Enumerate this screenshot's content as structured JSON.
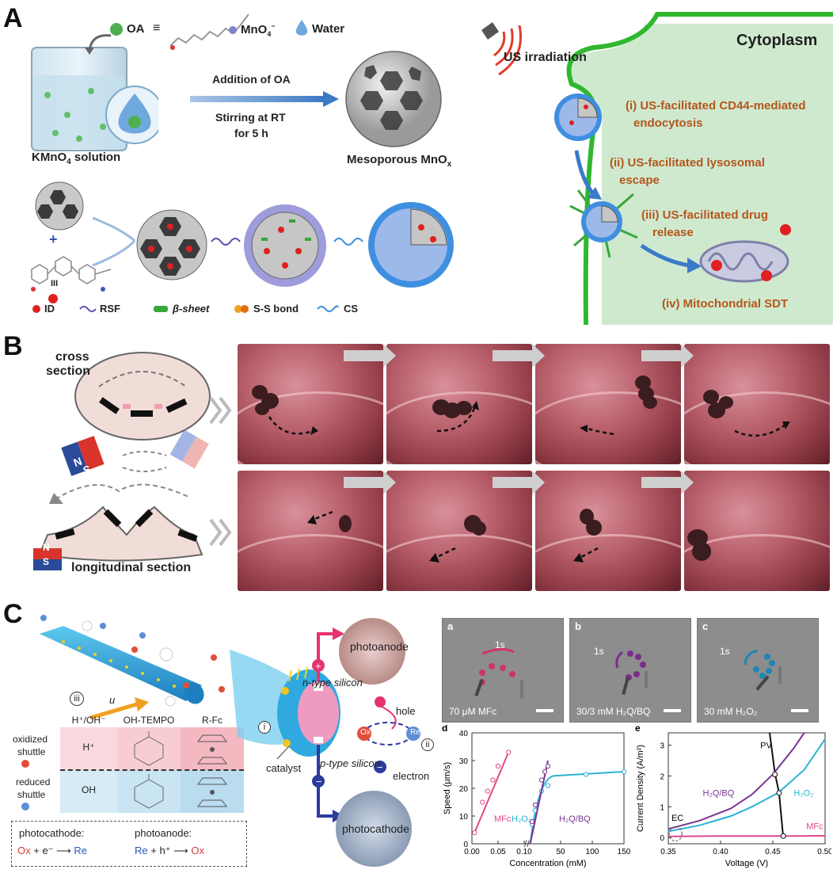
{
  "panels": {
    "a": "A",
    "b": "B",
    "c": "C"
  },
  "panel_a": {
    "legend_top": {
      "oa": "OA",
      "equiv": "≡",
      "mno4": "MnO",
      "mno4_sup": "−",
      "mno4_sub": "4",
      "water": "Water"
    },
    "kmno4_label": "KMnO",
    "kmno4_sub": "4",
    "kmno4_suffix": " solution",
    "step1": "Addition of OA",
    "step2": "Stirring at RT",
    "step3": "for 5 h",
    "meso_label": "Mesoporous MnO",
    "meso_sub": "x",
    "legend_bottom": {
      "id": "ID",
      "rsf": "RSF",
      "beta": "β-sheet",
      "ss": "S-S bond",
      "cs": "CS"
    },
    "plus": "+",
    "roman_iii": "III",
    "us_irradiation": "US irradiation",
    "cytoplasm": "Cytoplasm",
    "steps": {
      "i": "(i) US-facilitated  CD44-mediated",
      "i2": "endocytosis",
      "ii": "(ii) US-facilitated  lysosomal",
      "ii2": "escape",
      "iii": "(iii) US-facilitated  drug",
      "iii2": "release",
      "iv": "(iv) Mitochondrial SDT"
    }
  },
  "panel_b": {
    "cross": "cross",
    "section": "section",
    "longitudinal": "longitudinal section",
    "magnet_n": "N",
    "magnet_s": "S"
  },
  "panel_c": {
    "table": {
      "headers": [
        "H⁺/OH⁻",
        "OH-TEMPO",
        "R-Fc"
      ],
      "rows": [
        "oxidized",
        "shuttle",
        "reduced",
        "shuttle"
      ],
      "oxidized_h": "H⁺",
      "reduced_oh": "OH"
    },
    "reactions": {
      "cathode_label": "photocathode:",
      "anode_label": "photoanode:",
      "cathode_eq_ox": "Ox",
      "cathode_eq_mid": " + e⁻ ⟶ ",
      "cathode_eq_re": "Re",
      "anode_eq_re": "Re",
      "anode_eq_mid": " + h⁺ ⟶ ",
      "anode_eq_ox": "Ox"
    },
    "labels": {
      "iii": "iii",
      "u": "u",
      "i": "i",
      "ii": "ii",
      "ntype": "n-type silicon",
      "ptype": "p-type silicon",
      "catalyst": "catalyst",
      "hole": "hole",
      "electron": "electron",
      "photoanode": "photoanode",
      "photocathode": "photocathode",
      "ox": "Ox",
      "re": "Re"
    },
    "micro": [
      {
        "letter": "a",
        "time": "1s",
        "caption": "70 μM MFc",
        "color": "#d0336a"
      },
      {
        "letter": "b",
        "time": "1s",
        "caption": "30/3 mM H₂Q/BQ",
        "color": "#7b2d8e"
      },
      {
        "letter": "c",
        "time": "1s",
        "caption": "30 mM H₂O₂",
        "color": "#1f86b8"
      }
    ]
  },
  "chart_data": [
    {
      "type": "scatter",
      "panel": "d",
      "xlabel": "Concentration (mM)",
      "ylabel": "Speed (μm/s)",
      "ylim": [
        0,
        40
      ],
      "yticks": [
        0,
        10,
        20,
        30,
        40
      ],
      "x_segment1_ticks": [
        "0.00",
        "0.05",
        "0.10"
      ],
      "x_segment2_ticks": [
        "50",
        "100",
        "150"
      ],
      "axis_break": "//",
      "series": [
        {
          "name": "MFc",
          "color": "#e0498a",
          "x": [
            0.005,
            0.02,
            0.03,
            0.04,
            0.05,
            0.07
          ],
          "y": [
            4,
            15,
            19,
            23,
            28,
            33
          ]
        },
        {
          "name": "H₂O₂",
          "color": "#2bb3d6",
          "x": [
            5,
            10,
            20,
            30,
            90,
            150
          ],
          "y": [
            7,
            12,
            19,
            21,
            25,
            26
          ]
        },
        {
          "name": "H₂Q/BQ",
          "color": "#7a3595",
          "x": [
            5,
            10,
            20,
            25,
            30
          ],
          "y": [
            8,
            14,
            23,
            26,
            28
          ]
        }
      ]
    },
    {
      "type": "line",
      "panel": "e",
      "xlabel": "Voltage (V)",
      "ylabel": "Current Density (A/m²)",
      "xlim": [
        0.35,
        0.5
      ],
      "ylim": [
        -0.2,
        3.4
      ],
      "xticks": [
        "0.35",
        "0.40",
        "0.45",
        "0.50"
      ],
      "yticks": [
        0,
        1,
        2,
        3
      ],
      "annotations": [
        "PV",
        "EC"
      ],
      "series": [
        {
          "name": "PV",
          "color": "#111111",
          "points": [
            [
              0.447,
              3.4
            ],
            [
              0.452,
              2.1
            ],
            [
              0.456,
              1.45
            ],
            [
              0.46,
              0.0
            ]
          ]
        },
        {
          "name": "H₂Q/BQ",
          "color": "#7a3595",
          "points": [
            [
              0.35,
              0.28
            ],
            [
              0.38,
              0.55
            ],
            [
              0.41,
              0.95
            ],
            [
              0.43,
              1.4
            ],
            [
              0.45,
              2.05
            ],
            [
              0.47,
              2.9
            ],
            [
              0.48,
              3.4
            ]
          ]
        },
        {
          "name": "H₂O₂",
          "color": "#2bb3d6",
          "points": [
            [
              0.35,
              0.2
            ],
            [
              0.38,
              0.4
            ],
            [
              0.41,
              0.7
            ],
            [
              0.43,
              1.0
            ],
            [
              0.455,
              1.45
            ],
            [
              0.48,
              2.2
            ],
            [
              0.5,
              3.2
            ]
          ]
        },
        {
          "name": "MFc",
          "color": "#e0498a",
          "points": [
            [
              0.35,
              0.04
            ],
            [
              0.4,
              0.05
            ],
            [
              0.46,
              0.05
            ],
            [
              0.5,
              0.06
            ]
          ]
        }
      ]
    }
  ]
}
